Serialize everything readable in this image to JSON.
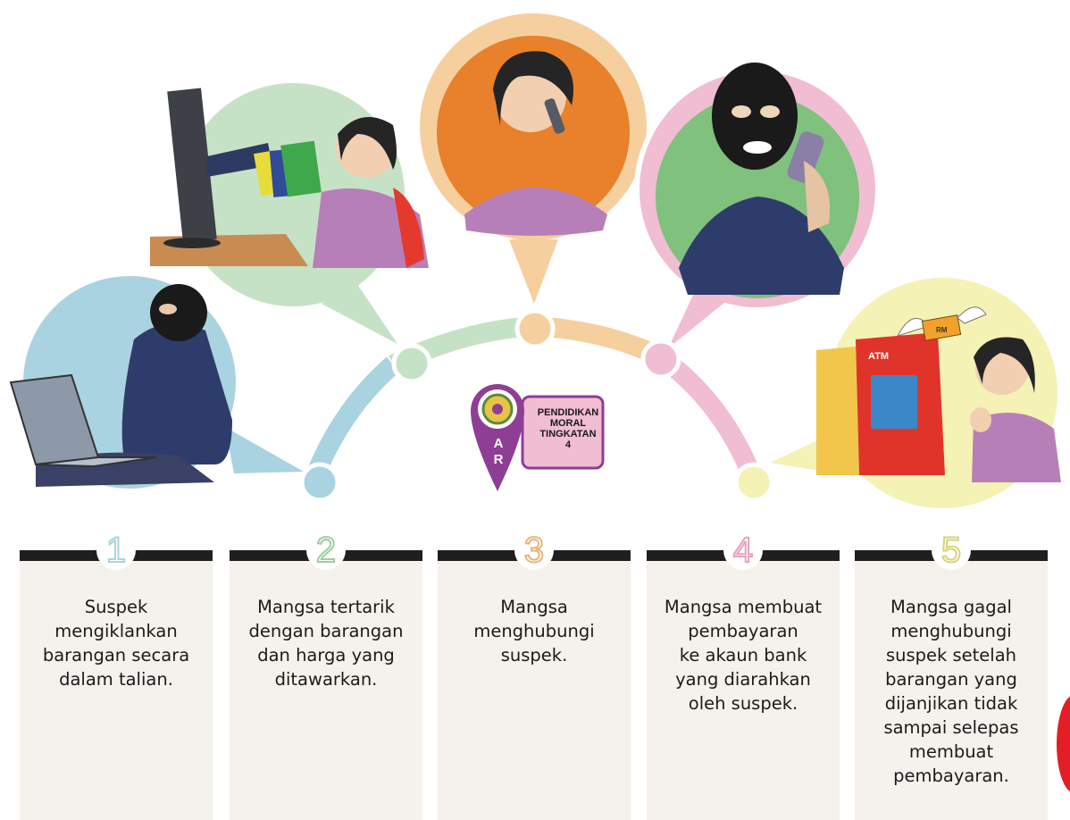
{
  "colors": {
    "step1": "#a9d3e0",
    "step2": "#c6e2c6",
    "step3": "#f6cf9e",
    "step4": "#f0bdd2",
    "step5": "#f4f2b4",
    "bar": "#1f1f1f",
    "panel": "#f5f1ec"
  },
  "badge": {
    "line1": "PENDIDIKAN",
    "line2": "MORAL",
    "line3": "TINGKATAN",
    "line4": "4",
    "letter_a": "A",
    "letter_r": "R"
  },
  "steps": [
    {
      "number": "1",
      "lines": [
        "Suspek",
        "mengiklankan",
        "barangan secara",
        "dalam talian."
      ]
    },
    {
      "number": "2",
      "lines": [
        "Mangsa tertarik",
        "dengan barangan",
        "dan harga yang",
        "ditawarkan."
      ]
    },
    {
      "number": "3",
      "lines": [
        "Mangsa",
        "menghubungi",
        "suspek."
      ]
    },
    {
      "number": "4",
      "lines": [
        "Mangsa membuat",
        "pembayaran",
        "ke akaun bank",
        "yang diarahkan",
        "oleh suspek."
      ]
    },
    {
      "number": "5",
      "lines": [
        "Mangsa gagal",
        "menghubungi",
        "suspek setelah",
        "barangan yang",
        "dijanjikan tidak",
        "sampai selepas",
        "membuat",
        "pembayaran."
      ]
    }
  ],
  "illustrations": {
    "atm_label": "ATM",
    "note_label": "RM"
  }
}
